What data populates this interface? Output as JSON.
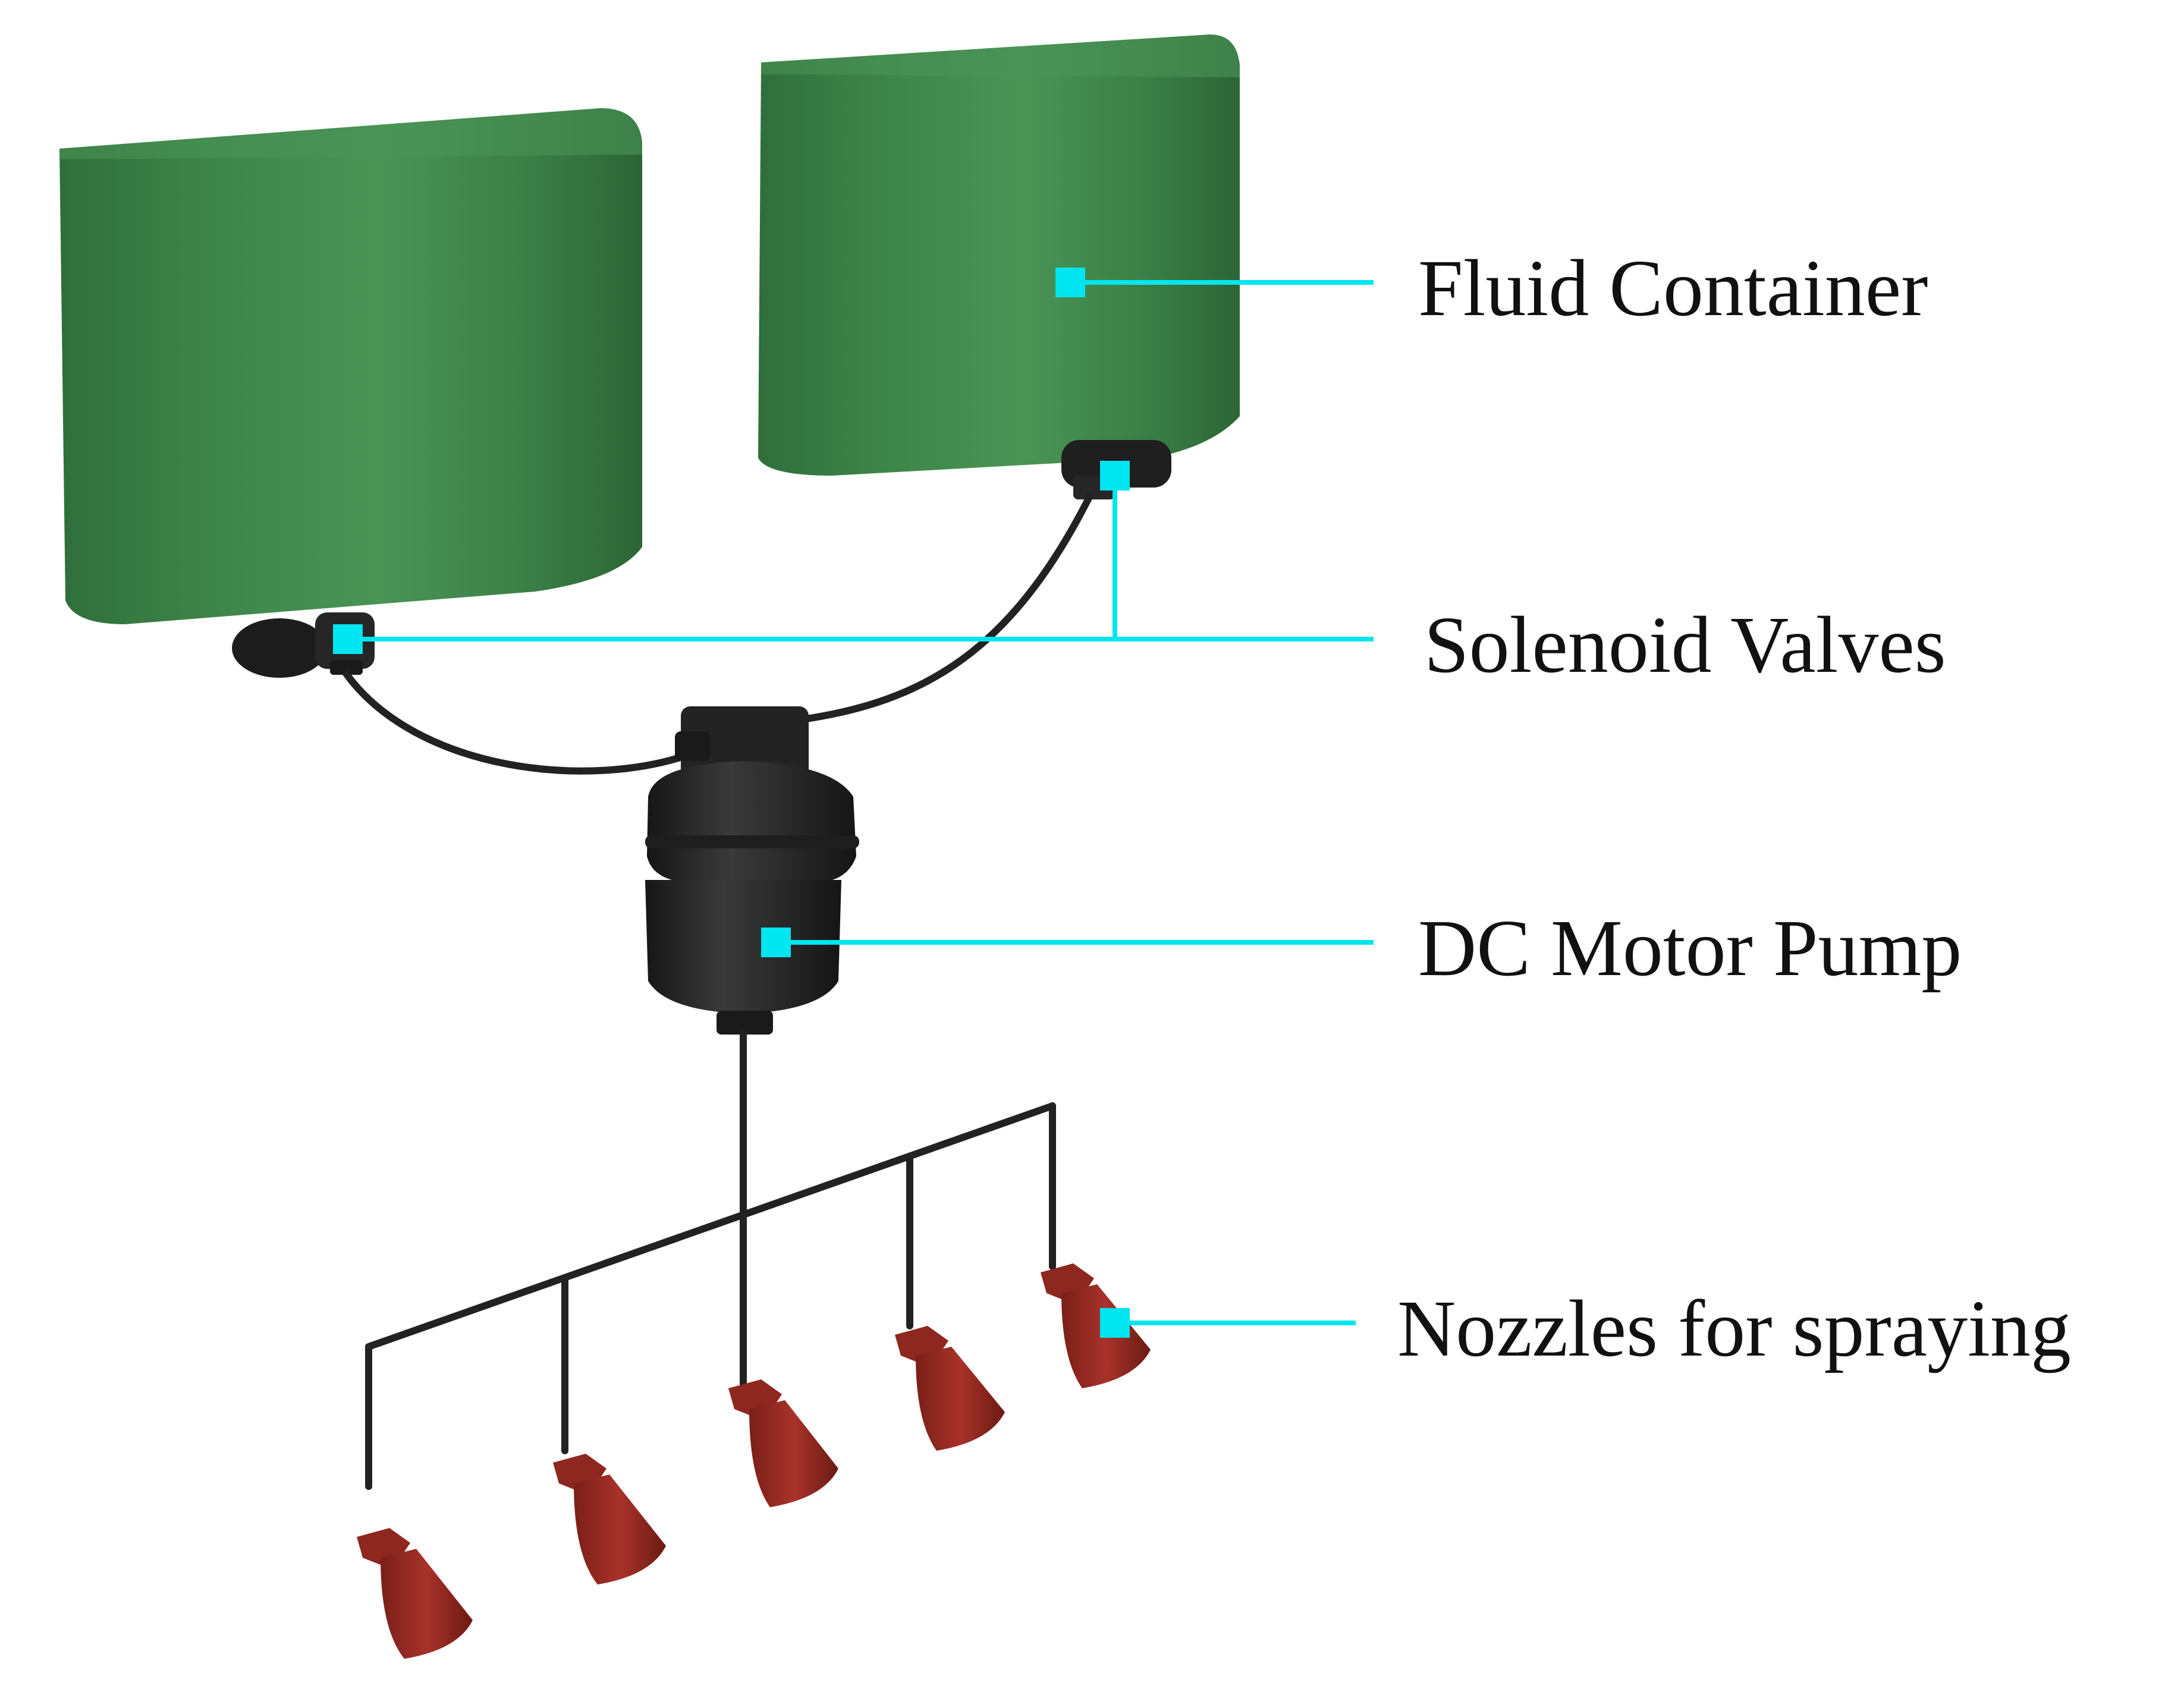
{
  "labels": {
    "fluid_container": "Fluid Container",
    "solenoid_valves": "Solenoid Valves",
    "dc_motor_pump": "DC Motor Pump",
    "nozzles": "Nozzles for spraying"
  },
  "colors": {
    "container": "#3a7d46",
    "container_dark": "#2f6a3b",
    "container_light": "#4f9a5c",
    "pump": "#262626",
    "pipe": "#222222",
    "nozzle": "#9b2a22",
    "nozzle_dark": "#6e1b15",
    "leader": "#00e5f0"
  }
}
